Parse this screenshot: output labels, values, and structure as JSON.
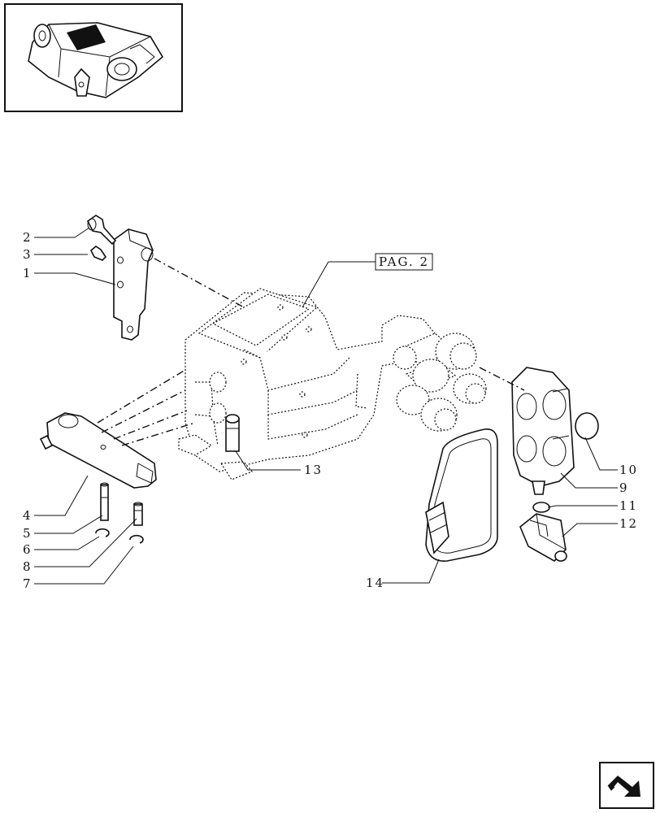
{
  "reference_box": {
    "text": "PAG. 2"
  },
  "callouts": [
    {
      "id": "c1",
      "label": "1"
    },
    {
      "id": "c2",
      "label": "2"
    },
    {
      "id": "c3",
      "label": "3"
    },
    {
      "id": "c4",
      "label": "4"
    },
    {
      "id": "c5",
      "label": "5"
    },
    {
      "id": "c6",
      "label": "6"
    },
    {
      "id": "c7",
      "label": "7"
    },
    {
      "id": "c8",
      "label": "8"
    },
    {
      "id": "c9",
      "label": "9"
    },
    {
      "id": "c10",
      "label": "10"
    },
    {
      "id": "c11",
      "label": "11"
    },
    {
      "id": "c12",
      "label": "12"
    },
    {
      "id": "c13",
      "label": "13"
    },
    {
      "id": "c14",
      "label": "14"
    }
  ],
  "icons": {
    "thumbnail": "valve-assembly-thumbnail-icon",
    "nav": "next-page-arrow-icon"
  }
}
